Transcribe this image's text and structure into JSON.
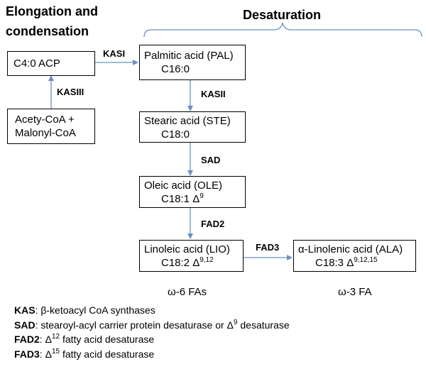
{
  "headings": {
    "left_line1": "Elongation and",
    "left_line2": "condensation",
    "right": "Desaturation"
  },
  "nodes": {
    "c4": {
      "line1": "C4:0 ACP"
    },
    "acety": {
      "line1": "Acety-CoA +",
      "line2": "Malonyl-CoA"
    },
    "pal": {
      "line1": "Palmitic acid (PAL)",
      "line2": "C16:0"
    },
    "ste": {
      "line1": "Stearic acid (STE)",
      "line2": "C18:0"
    },
    "ole": {
      "line1": "Oleic acid (OLE)",
      "line2": "C18:1 Δ",
      "line2_sup": "9"
    },
    "lio": {
      "line1": "Linoleic  acid (LIO)",
      "line2": "C18:2 Δ",
      "line2_sup": "9,12"
    },
    "ala": {
      "line1": "α-Linolenic acid (ALA)",
      "line2": "C18:3 Δ",
      "line2_sup": "9,12,15"
    }
  },
  "enzymes": {
    "kasi": "KASI",
    "kasiii": "KASIII",
    "kasii": "KASII",
    "sad": "SAD",
    "fad2": "FAD2",
    "fad3": "FAD3"
  },
  "captions": {
    "omega6": "ω-6 FAs",
    "omega3": "ω-3 FA"
  },
  "legend": [
    {
      "term": "KAS",
      "text": ": β-ketoacyl CoA synthases"
    },
    {
      "term": "SAD",
      "text": ": stearoyl-acyl carrier protein desaturase or Δ",
      "sup": "9",
      "after": " desaturase"
    },
    {
      "term": "FAD2",
      "text": ": Δ",
      "sup": "12",
      "after": " fatty acid desaturase"
    },
    {
      "term": "FAD3",
      "text": ": Δ",
      "sup": "15",
      "after": " fatty acid desaturase"
    }
  ],
  "colors": {
    "arrow": "#6a90c2",
    "brace": "#6a90c2",
    "box_border": "#000000"
  }
}
